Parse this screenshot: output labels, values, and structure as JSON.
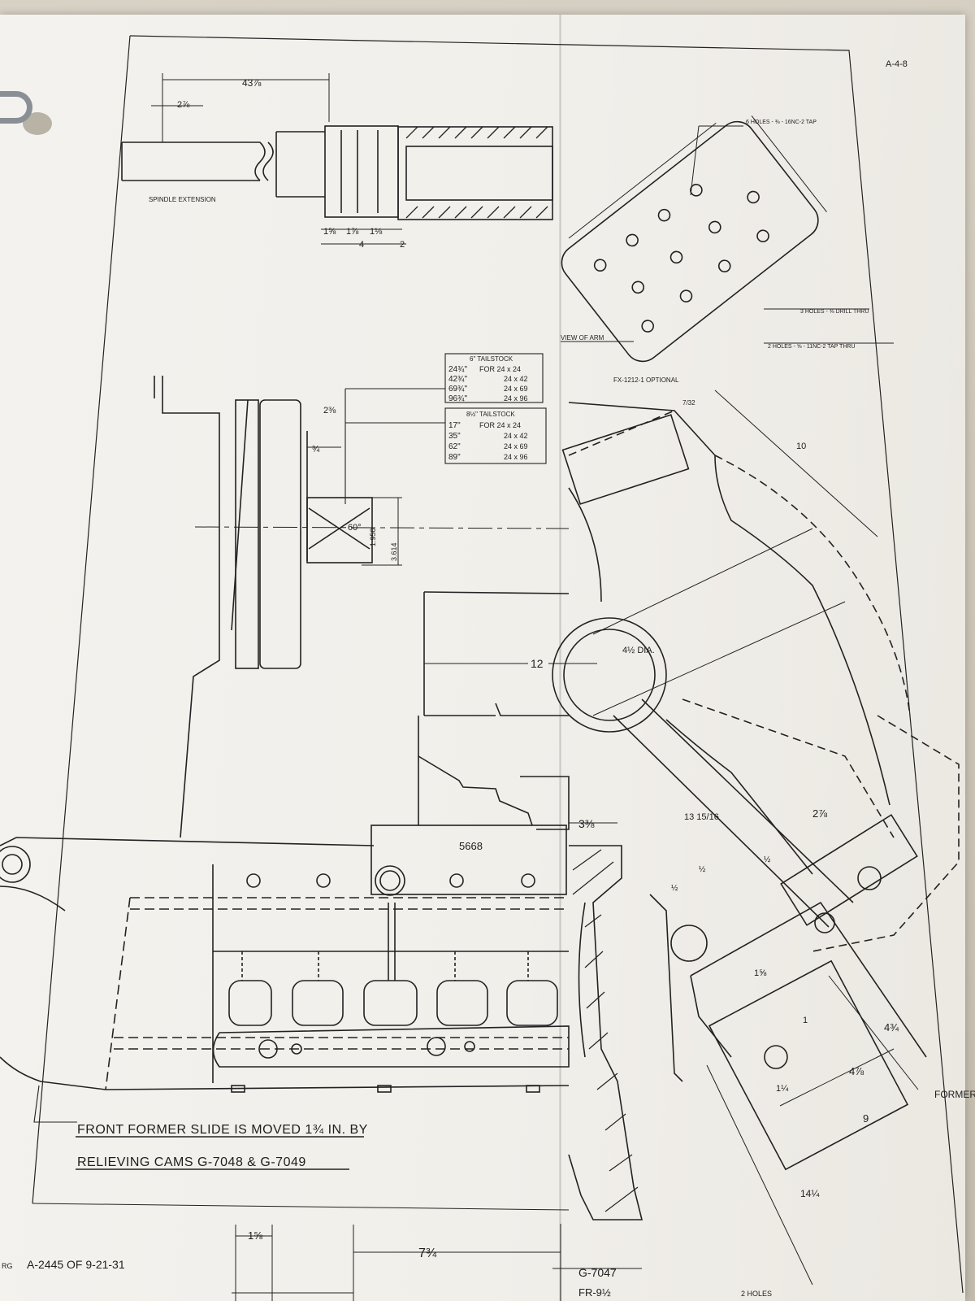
{
  "sheet": {
    "sheet_id": "A-4-8",
    "reference": "A-2445 OF 9-21-31",
    "ref_prefix": "RG"
  },
  "top_view": {
    "spindle_label": "SPINDLE EXTENSION",
    "dim_overall": "43⅞",
    "dim_small": "2⅞",
    "dims_bottom": [
      "1⅝",
      "1⅞",
      "1⅛"
    ],
    "dim_bottom_total": "4",
    "dim_end": "2"
  },
  "arm_view": {
    "title": "VIEW OF ARM",
    "note_holes_1": "3 HOLES - ⅜ DRILL THRU",
    "note_holes_2": "2 HOLES - ⅝ - 11NC-2 TAP THRU",
    "note_top": "6 HOLES - ⅜ - 16NC-2 TAP"
  },
  "tailstock_table": {
    "header_6": "6\" TAILSTOCK",
    "rows_6": [
      {
        "val": "24¾\"",
        "for": "FOR 24 x 24"
      },
      {
        "val": "42¾\"",
        "for": "24 x 42"
      },
      {
        "val": "69¾\"",
        "for": "24 x 69"
      },
      {
        "val": "96¾\"",
        "for": "24 x 96"
      }
    ],
    "header_8": "8½\" TAILSTOCK",
    "rows_8": [
      {
        "val": "17\"",
        "for": "FOR 24 x 24"
      },
      {
        "val": "35\"",
        "for": "24 x 42"
      },
      {
        "val": "62\"",
        "for": "24 x 69"
      },
      {
        "val": "89\"",
        "for": "24 x 96"
      }
    ]
  },
  "main_view": {
    "dim_2_3_8": "2⅜",
    "dim_3_4": "¾",
    "angle": "60°",
    "dim_1950": "1.950",
    "dim_3614": "3.614",
    "dim_12": "12",
    "dia": "4½ DIA.",
    "dim_3_3_8": "3⅜",
    "part_5668": "5668",
    "optional": "FX-1212-1 OPTIONAL",
    "dim_10": "10",
    "dim_7_32": "7/32",
    "dim_13_15_16": "13 15/16",
    "dim_2_7_8": "2⅞",
    "dim_half_1": "½",
    "dim_half_2": "½",
    "dim_half_3": "½",
    "dim_1_5_8": "1⅝",
    "dim_1": "1",
    "dim_1_1_4": "1¼",
    "dim_4_3_4": "4¾",
    "dim_4_7_8": "4⅞",
    "dim_9": "9",
    "dim_14_1_4": "14¼",
    "former": "FORMER"
  },
  "notes": {
    "line1": "FRONT FORMER SLIDE IS MOVED 1¾ IN. BY",
    "line2": "RELIEVING CAMS G-7048 & G-7049"
  },
  "bottom": {
    "dim_1_5_8": "1⅝",
    "dim_7_3_4": "7¾",
    "part_g7047": "G-7047",
    "part_fr": "FR-9½",
    "holes": "2 HOLES"
  }
}
